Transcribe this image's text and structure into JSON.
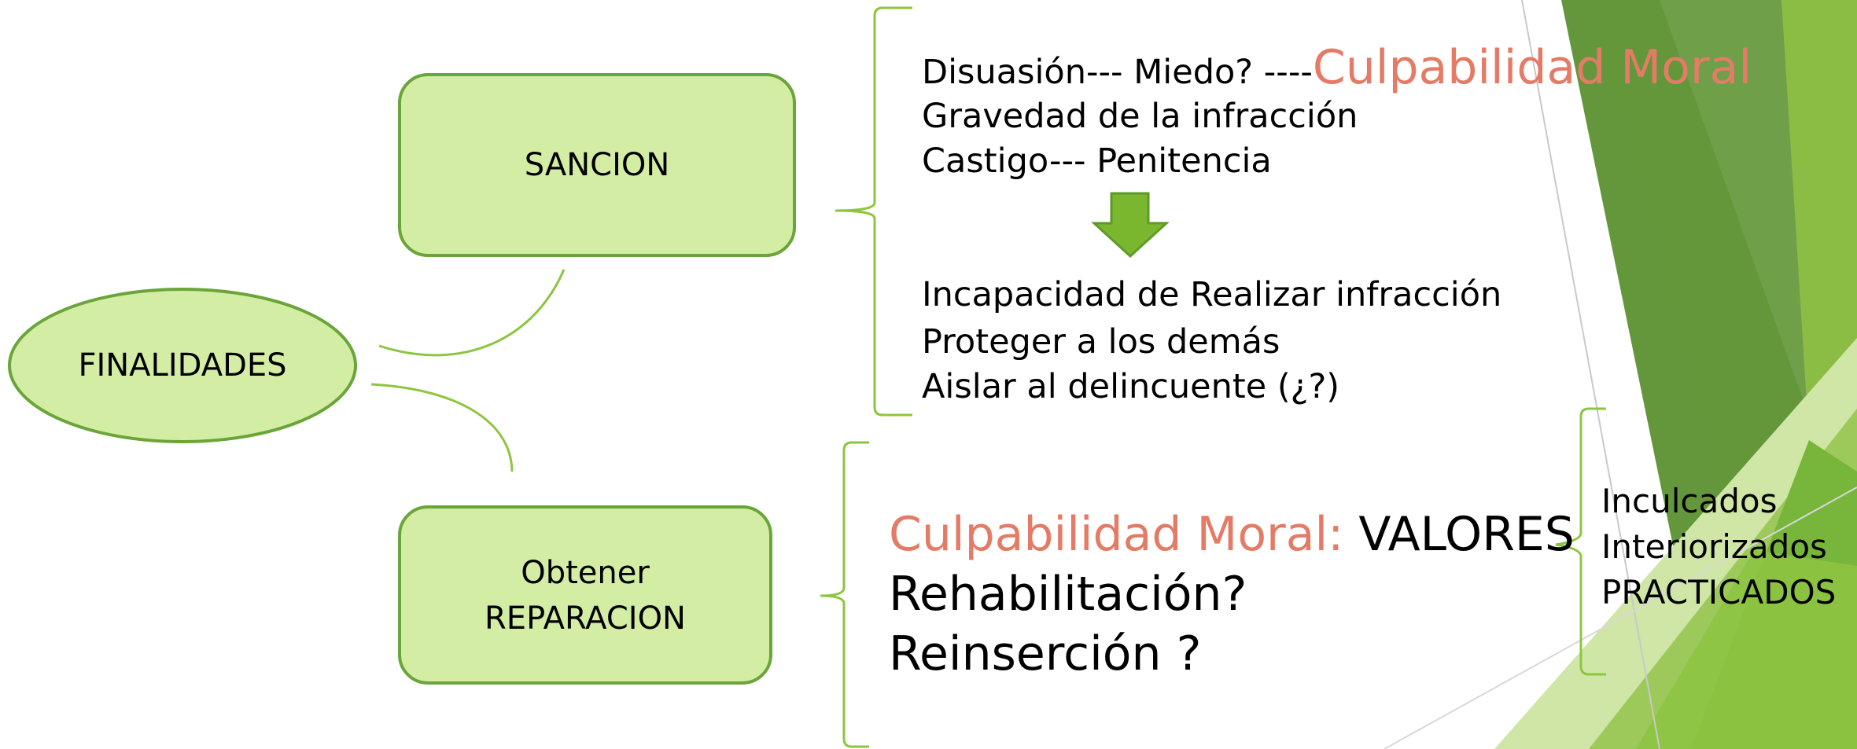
{
  "colors": {
    "node_fill": "#d4eda4",
    "node_stroke": "#6aa53a",
    "connector": "#8cc63e",
    "arrow_fill": "#7ab72e",
    "accent_text": "#e47b66",
    "decor_dark": "#5c9131",
    "decor_mid": "#77b43a",
    "decor_light": "#cfe6a6"
  },
  "nodes": {
    "root": "FINALIDADES",
    "sancion": "SANCION",
    "reparacion_line1": "Obtener",
    "reparacion_line2": "REPARACION"
  },
  "sancion_branch": {
    "line1_a": "Disuasión--- Miedo?  ----",
    "line1_b": "Culpabilidad Moral",
    "line2": "Gravedad de la infracción",
    "line3": "Castigo--- Penitencia",
    "arrow_icon": "down-arrow-icon",
    "line4": "Incapacidad de Realizar infracción",
    "line5": "Proteger a los demás",
    "line6": "Aislar al delincuente (¿?)"
  },
  "reparacion_branch": {
    "line1_a": "Culpabilidad Moral: ",
    "line1_b": "VALORES",
    "line2": "Rehabilitación?",
    "line3": "Reinserción ?"
  },
  "valores_branch": {
    "item1": "Inculcados",
    "item2": "Interiorizados",
    "item3": "PRACTICADOS"
  }
}
